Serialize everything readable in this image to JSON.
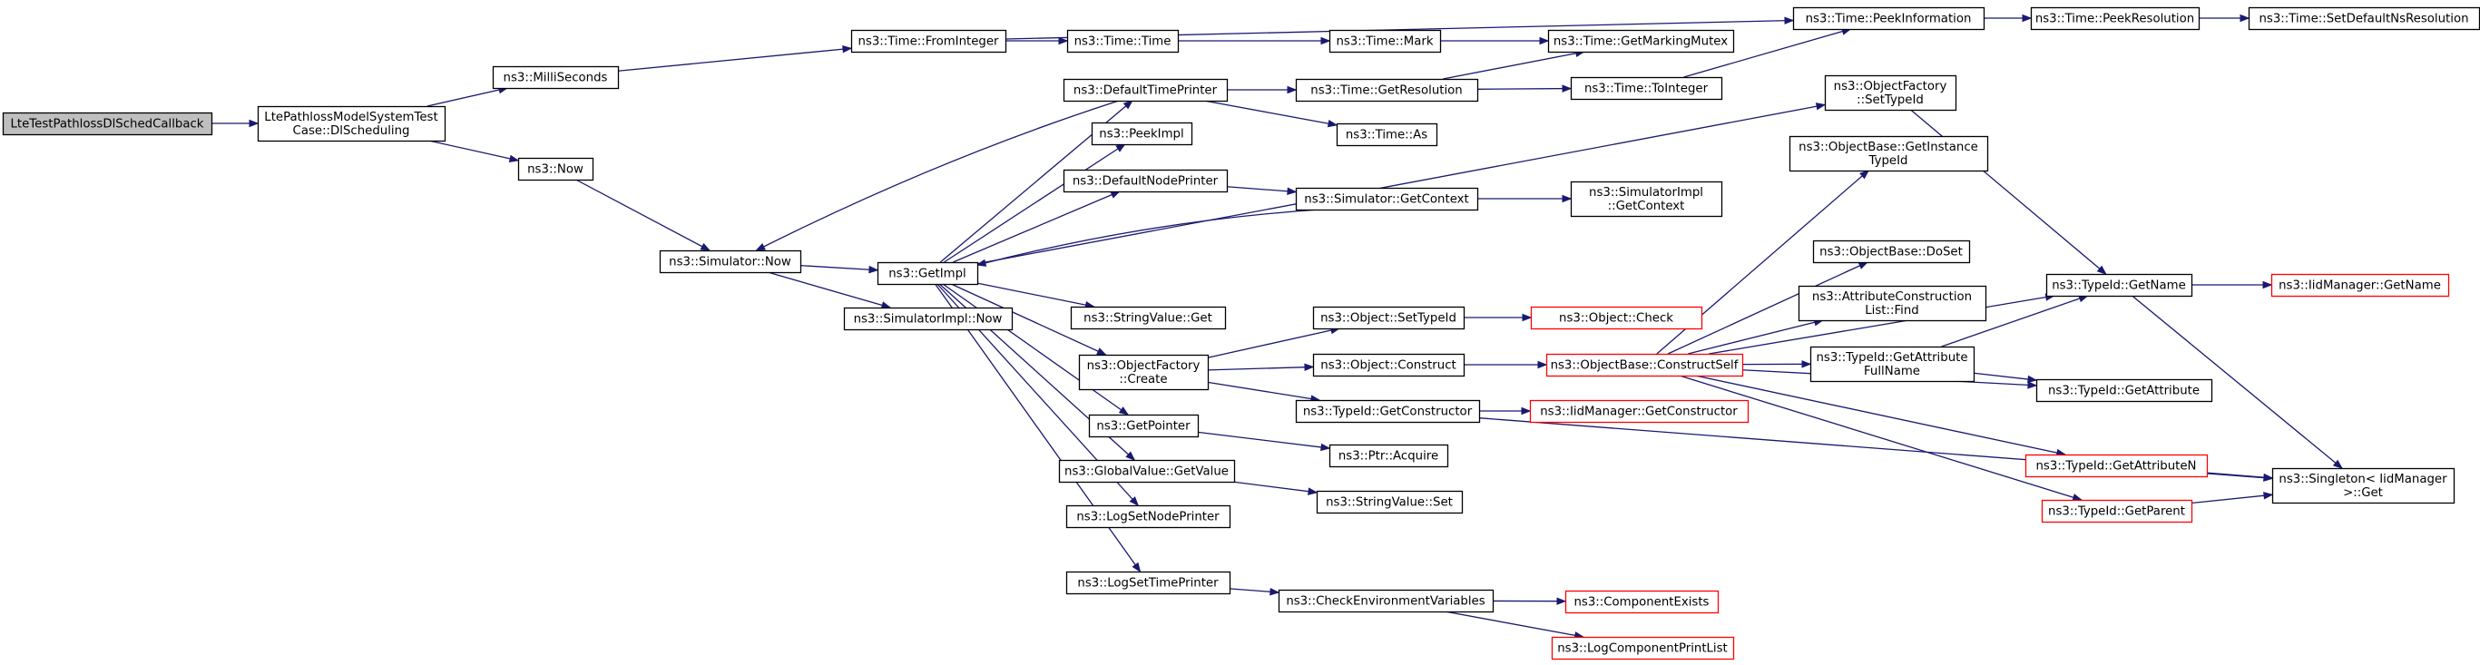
{
  "diagram": {
    "colors": {
      "edge": "#191970",
      "node_border": "#000000",
      "truncated_border": "#ff0000",
      "root_fill": "#bfbfbf",
      "node_fill": "#ffffff"
    },
    "nodes": [
      {
        "id": "root",
        "lines": [
          "LteTestPathlossDlSchedCallback"
        ],
        "kind": "root"
      },
      {
        "id": "dlsched",
        "lines": [
          "LtePathlossModelSystemTest",
          "Case::DlScheduling"
        ],
        "kind": "normal"
      },
      {
        "id": "millisec",
        "lines": [
          "ns3::MilliSeconds"
        ],
        "kind": "normal"
      },
      {
        "id": "now",
        "lines": [
          "ns3::Now"
        ],
        "kind": "normal"
      },
      {
        "id": "simnow",
        "lines": [
          "ns3::Simulator::Now"
        ],
        "kind": "normal"
      },
      {
        "id": "getimpl",
        "lines": [
          "ns3::GetImpl"
        ],
        "kind": "normal"
      },
      {
        "id": "simimplnow",
        "lines": [
          "ns3::SimulatorImpl::Now"
        ],
        "kind": "normal"
      },
      {
        "id": "frominteger",
        "lines": [
          "ns3::Time::FromInteger"
        ],
        "kind": "normal"
      },
      {
        "id": "time",
        "lines": [
          "ns3::Time::Time"
        ],
        "kind": "normal"
      },
      {
        "id": "mark",
        "lines": [
          "ns3::Time::Mark"
        ],
        "kind": "normal"
      },
      {
        "id": "markmutex",
        "lines": [
          "ns3::Time::GetMarkingMutex"
        ],
        "kind": "normal"
      },
      {
        "id": "peekinfo",
        "lines": [
          "ns3::Time::PeekInformation"
        ],
        "kind": "normal"
      },
      {
        "id": "peekres",
        "lines": [
          "ns3::Time::PeekResolution"
        ],
        "kind": "normal"
      },
      {
        "id": "setdefres",
        "lines": [
          "ns3::Time::SetDefaultNsResolution"
        ],
        "kind": "normal"
      },
      {
        "id": "deftimeprinter",
        "lines": [
          "ns3::DefaultTimePrinter"
        ],
        "kind": "normal"
      },
      {
        "id": "getres",
        "lines": [
          "ns3::Time::GetResolution"
        ],
        "kind": "normal"
      },
      {
        "id": "tointeger",
        "lines": [
          "ns3::Time::ToInteger"
        ],
        "kind": "normal"
      },
      {
        "id": "timeas",
        "lines": [
          "ns3::Time::As"
        ],
        "kind": "normal"
      },
      {
        "id": "peekimpl",
        "lines": [
          "ns3::PeekImpl"
        ],
        "kind": "normal"
      },
      {
        "id": "defnodeprinter",
        "lines": [
          "ns3::DefaultNodePrinter"
        ],
        "kind": "normal"
      },
      {
        "id": "simgetcontext",
        "lines": [
          "ns3::Simulator::GetContext"
        ],
        "kind": "normal"
      },
      {
        "id": "simimplgetcontext",
        "lines": [
          "ns3::SimulatorImpl",
          "::GetContext"
        ],
        "kind": "normal"
      },
      {
        "id": "stringvalueget",
        "lines": [
          "ns3::StringValue::Get"
        ],
        "kind": "normal"
      },
      {
        "id": "objfactcreate",
        "lines": [
          "ns3::ObjectFactory",
          "::Create"
        ],
        "kind": "normal"
      },
      {
        "id": "objsettypeid",
        "lines": [
          "ns3::Object::SetTypeId"
        ],
        "kind": "normal"
      },
      {
        "id": "objcheck",
        "lines": [
          "ns3::Object::Check"
        ],
        "kind": "truncated"
      },
      {
        "id": "objconstruct",
        "lines": [
          "ns3::Object::Construct"
        ],
        "kind": "normal"
      },
      {
        "id": "constructself",
        "lines": [
          "ns3::ObjectBase::ConstructSelf"
        ],
        "kind": "truncated"
      },
      {
        "id": "typeidgetctor",
        "lines": [
          "ns3::TypeId::GetConstructor"
        ],
        "kind": "normal"
      },
      {
        "id": "iidmgrgetctor",
        "lines": [
          "ns3::IidManager::GetConstructor"
        ],
        "kind": "truncated"
      },
      {
        "id": "getpointer",
        "lines": [
          "ns3::GetPointer"
        ],
        "kind": "normal"
      },
      {
        "id": "ptracquire",
        "lines": [
          "ns3::Ptr::Acquire"
        ],
        "kind": "normal"
      },
      {
        "id": "globalgetvalue",
        "lines": [
          "ns3::GlobalValue::GetValue"
        ],
        "kind": "normal"
      },
      {
        "id": "stringvalueset",
        "lines": [
          "ns3::StringValue::Set"
        ],
        "kind": "normal"
      },
      {
        "id": "logsetnodeprinter",
        "lines": [
          "ns3::LogSetNodePrinter"
        ],
        "kind": "normal"
      },
      {
        "id": "logsettimeprinter",
        "lines": [
          "ns3::LogSetTimePrinter"
        ],
        "kind": "normal"
      },
      {
        "id": "checkenv",
        "lines": [
          "ns3::CheckEnvironmentVariables"
        ],
        "kind": "normal"
      },
      {
        "id": "compexists",
        "lines": [
          "ns3::ComponentExists"
        ],
        "kind": "truncated"
      },
      {
        "id": "logcompprint",
        "lines": [
          "ns3::LogComponentPrintList"
        ],
        "kind": "truncated"
      },
      {
        "id": "objfactsettypeid",
        "lines": [
          "ns3::ObjectFactory",
          "::SetTypeId"
        ],
        "kind": "normal"
      },
      {
        "id": "getinstancetypeid",
        "lines": [
          "ns3::ObjectBase::GetInstance",
          "TypeId"
        ],
        "kind": "normal"
      },
      {
        "id": "doset",
        "lines": [
          "ns3::ObjectBase::DoSet"
        ],
        "kind": "normal"
      },
      {
        "id": "attrconstructfind",
        "lines": [
          "ns3::AttributeConstruction",
          "List::Find"
        ],
        "kind": "normal"
      },
      {
        "id": "getattrfullname",
        "lines": [
          "ns3::TypeId::GetAttribute",
          "FullName"
        ],
        "kind": "normal"
      },
      {
        "id": "typeidgetname",
        "lines": [
          "ns3::TypeId::GetName"
        ],
        "kind": "normal"
      },
      {
        "id": "iidmgrgetname",
        "lines": [
          "ns3::IidManager::GetName"
        ],
        "kind": "truncated"
      },
      {
        "id": "typeidgetattr",
        "lines": [
          "ns3::TypeId::GetAttribute"
        ],
        "kind": "normal"
      },
      {
        "id": "typeidgetattrn",
        "lines": [
          "ns3::TypeId::GetAttributeN"
        ],
        "kind": "truncated"
      },
      {
        "id": "typeidgetparent",
        "lines": [
          "ns3::TypeId::GetParent"
        ],
        "kind": "truncated"
      },
      {
        "id": "singletonget",
        "lines": [
          "ns3::Singleton< IidManager",
          " >::Get"
        ],
        "kind": "normal"
      }
    ],
    "edges": [
      [
        "root",
        "dlsched"
      ],
      [
        "dlsched",
        "millisec"
      ],
      [
        "dlsched",
        "now"
      ],
      [
        "millisec",
        "frominteger"
      ],
      [
        "now",
        "simnow"
      ],
      [
        "simnow",
        "getimpl"
      ],
      [
        "simnow",
        "simimplnow"
      ],
      [
        "frominteger",
        "time"
      ],
      [
        "frominteger",
        "peekinfo"
      ],
      [
        "time",
        "mark"
      ],
      [
        "mark",
        "markmutex"
      ],
      [
        "peekinfo",
        "peekres"
      ],
      [
        "peekres",
        "setdefres"
      ],
      [
        "deftimeprinter",
        "getres"
      ],
      [
        "deftimeprinter",
        "timeas"
      ],
      [
        "deftimeprinter",
        "simnow"
      ],
      [
        "getres",
        "markmutex"
      ],
      [
        "getres",
        "tointeger"
      ],
      [
        "tointeger",
        "peekinfo"
      ],
      [
        "getimpl",
        "deftimeprinter"
      ],
      [
        "getimpl",
        "peekimpl"
      ],
      [
        "getimpl",
        "defnodeprinter"
      ],
      [
        "getimpl",
        "stringvalueget"
      ],
      [
        "getimpl",
        "objfactcreate"
      ],
      [
        "getimpl",
        "getpointer"
      ],
      [
        "getimpl",
        "globalgetvalue"
      ],
      [
        "getimpl",
        "logsetnodeprinter"
      ],
      [
        "getimpl",
        "logsettimeprinter"
      ],
      [
        "getimpl",
        "objfactsettypeid"
      ],
      [
        "defnodeprinter",
        "simgetcontext"
      ],
      [
        "simgetcontext",
        "simimplgetcontext"
      ],
      [
        "simgetcontext",
        "getimpl"
      ],
      [
        "objfactcreate",
        "objsettypeid"
      ],
      [
        "objfactcreate",
        "objconstruct"
      ],
      [
        "objfactcreate",
        "typeidgetctor"
      ],
      [
        "objsettypeid",
        "objcheck"
      ],
      [
        "objconstruct",
        "constructself"
      ],
      [
        "typeidgetctor",
        "iidmgrgetctor"
      ],
      [
        "typeidgetctor",
        "singletonget"
      ],
      [
        "getpointer",
        "ptracquire"
      ],
      [
        "globalgetvalue",
        "stringvalueset"
      ],
      [
        "logsettimeprinter",
        "checkenv"
      ],
      [
        "checkenv",
        "compexists"
      ],
      [
        "checkenv",
        "logcompprint"
      ],
      [
        "constructself",
        "getinstancetypeid"
      ],
      [
        "constructself",
        "doset"
      ],
      [
        "constructself",
        "attrconstructfind"
      ],
      [
        "constructself",
        "getattrfullname"
      ],
      [
        "constructself",
        "typeidgetname"
      ],
      [
        "constructself",
        "typeidgetattr"
      ],
      [
        "constructself",
        "typeidgetattrn"
      ],
      [
        "constructself",
        "typeidgetparent"
      ],
      [
        "getattrfullname",
        "typeidgetname"
      ],
      [
        "getattrfullname",
        "typeidgetattr"
      ],
      [
        "objfactsettypeid",
        "typeidgetname"
      ],
      [
        "typeidgetname",
        "iidmgrgetname"
      ],
      [
        "typeidgetname",
        "singletonget"
      ],
      [
        "typeidgetattrn",
        "singletonget"
      ],
      [
        "typeidgetparent",
        "singletonget"
      ]
    ]
  }
}
